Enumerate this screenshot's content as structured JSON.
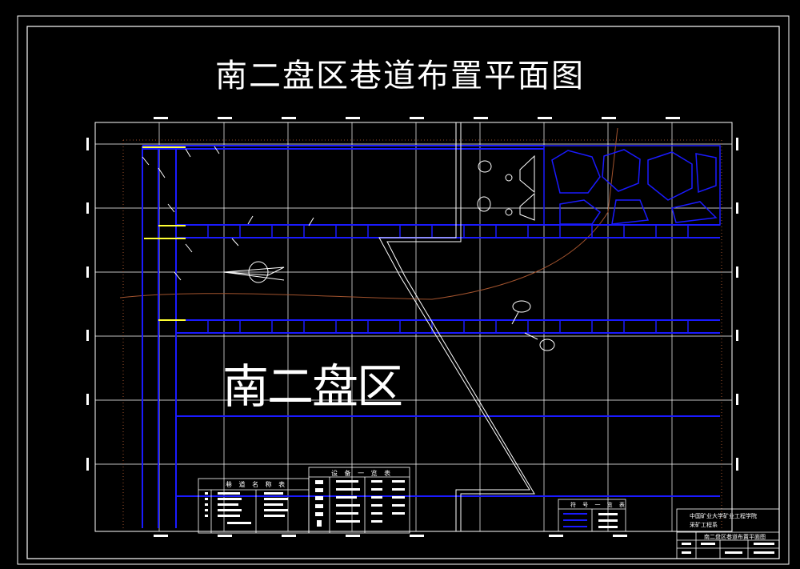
{
  "drawing": {
    "title": "南二盘区巷道布置平面图",
    "area_label": "南二盘区",
    "tables": {
      "roadway_names": "巷 道 名 称 表",
      "equipment": "设 备 一 览 表",
      "legend": "符 号 一 览 表"
    },
    "title_block": {
      "school": "中国矿业大学矿业工程学院",
      "major": "采矿工程系",
      "drawing_name": "南二盘区巷道布置平面图"
    }
  },
  "colors": {
    "background": "#000000",
    "frame": "#ffffff",
    "roadway": "#1a1aff",
    "highlight": "#ffff33",
    "contour": "#a0522d"
  }
}
